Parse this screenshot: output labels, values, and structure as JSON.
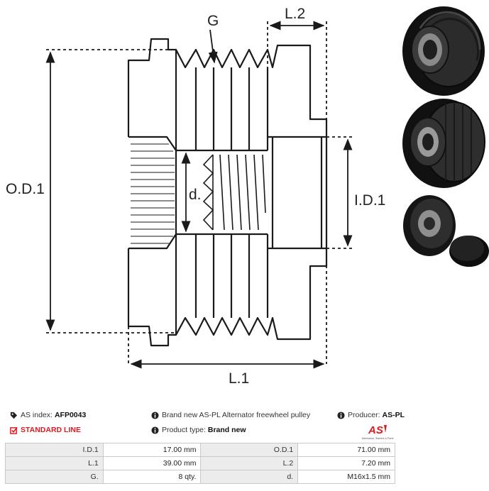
{
  "dimension_labels": {
    "g": "G",
    "l2": "L.2",
    "od1": "O.D.1",
    "id1": "I.D.1",
    "d": "d.",
    "l1": "L.1"
  },
  "info": {
    "as_index_label": "AS index:",
    "as_index_value": "AFP0043",
    "description": "Brand new AS-PL Alternator freewheel pulley",
    "producer_label": "Producer:",
    "producer_value": "AS-PL",
    "standard_line": "STANDARD LINE",
    "product_type_label": "Product type:",
    "product_type_value": "Brand new"
  },
  "logo": {
    "brand": "AS",
    "tagline": "Alternators, Starters & Parts"
  },
  "specs": [
    {
      "label_a": "I.D.1",
      "value_a": "17.00 mm",
      "label_b": "O.D.1",
      "value_b": "71.00 mm"
    },
    {
      "label_a": "L.1",
      "value_a": "39.00 mm",
      "label_b": "L.2",
      "value_b": "7.20 mm"
    },
    {
      "label_a": "G.",
      "value_a": "8 qty.",
      "label_b": "d.",
      "value_b": "M16x1.5 mm"
    }
  ],
  "colors": {
    "accent_red": "#e0191e",
    "line": "#1a1a1a",
    "table_label_bg": "#ececec"
  }
}
